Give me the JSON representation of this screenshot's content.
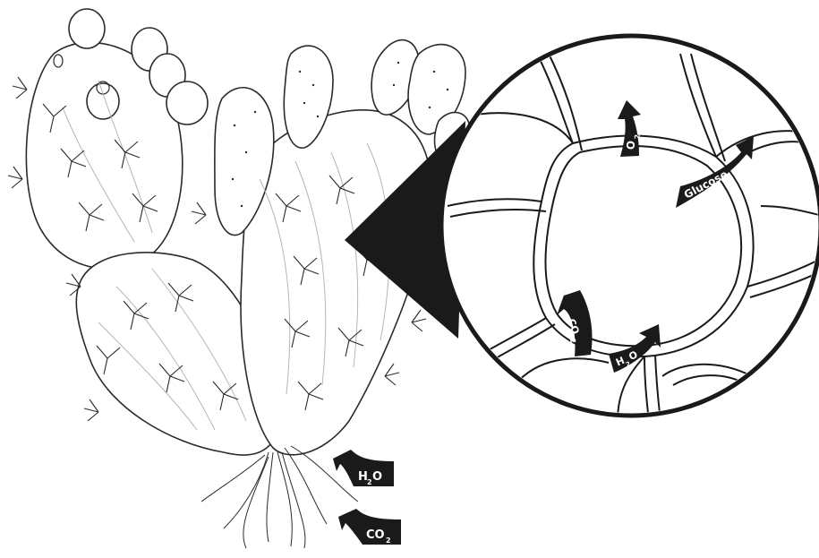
{
  "colors": {
    "ink": "#1a1a1a",
    "line": "#3a3a3a",
    "soft": "#b5b5b5",
    "background": "#ffffff",
    "label_text": "#ffffff"
  },
  "labels": {
    "h2o_main": "H",
    "h2o_sub": "2",
    "h2o_tail": "O",
    "co2_main": "CO",
    "co2_sub": "2",
    "o2_main": "O",
    "o2_sub": "2",
    "glucose": "Glucose"
  },
  "icons": {
    "plant": "prickly-pear-cactus-icon",
    "zoom": "magnifier-callout-icon",
    "arrow": "curved-arrow-icon"
  }
}
